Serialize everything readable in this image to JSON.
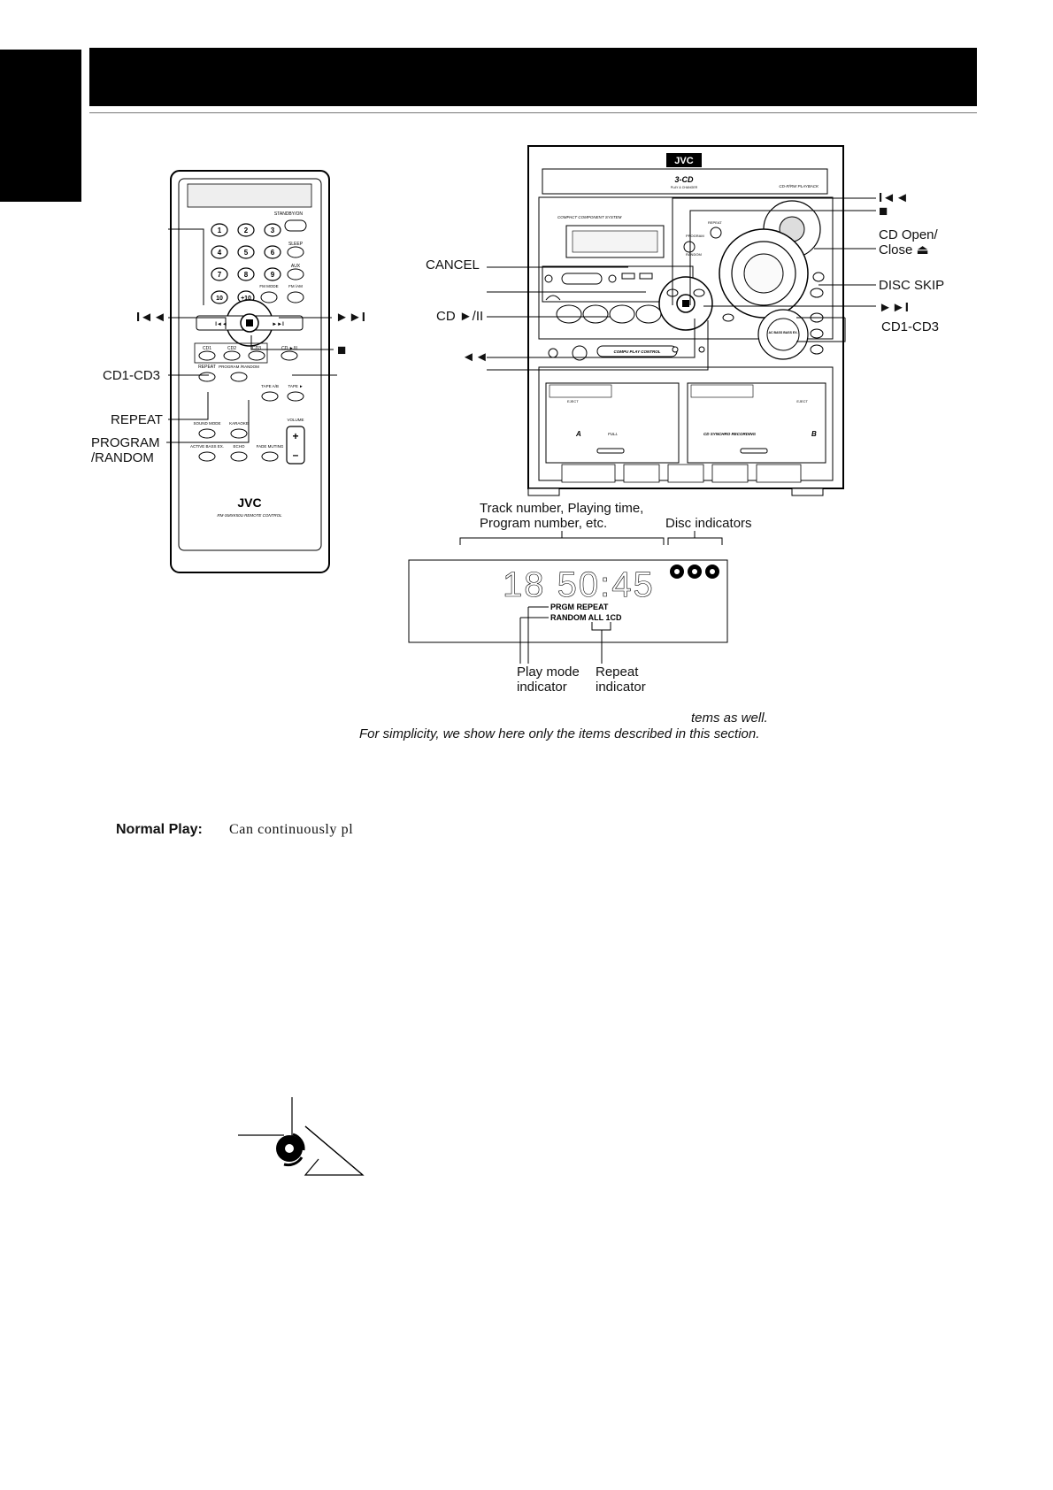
{
  "remote": {
    "buttons_numeric": [
      "1",
      "2",
      "3",
      "4",
      "5",
      "6",
      "7",
      "8",
      "9",
      "10",
      "+10"
    ],
    "standby_label": "STANDBY/ON",
    "sleep_label": "SLEEP",
    "aux_label": "AUX",
    "fmmode_label": "FM MODE",
    "fmam_label": "FM /AM",
    "row_labels": [
      "CD1",
      "CD2",
      "CD3",
      "CD ►/II"
    ],
    "repeat_label": "REPEAT",
    "program_label": "PROGRAM /RANDOM",
    "tape_ab_label": "TAPE A/B",
    "tape_label": "TAPE ►",
    "sound_mode_label": "SOUND MODE",
    "karaoke_label": "KARAOKE",
    "active_bass_label": "ACTIVE BASS EX.",
    "echo_label": "ECHO",
    "fade_label": "FADE MUTING",
    "volume_label": "VOLUME",
    "brand": "JVC",
    "model": "RM-SMXK50U REMOTE CONTROL"
  },
  "remote_callouts": {
    "prev": "I◄◄",
    "next": "►►I",
    "stop": "■",
    "cd_select": "CD1-CD3",
    "repeat": "REPEAT",
    "program_line1": "PROGRAM",
    "program_line2": "/RANDOM"
  },
  "unit": {
    "brand": "JVC",
    "badge": "3-CD",
    "badge_sub": "PLAY & CHANGER",
    "cdrw": "CD-R/RW PLAYBACK",
    "system": "COMPACT   COMPONENT   SYSTEM",
    "compu": "COMPU PLAY CONTROL",
    "repeat": "REPEAT",
    "program": "PROGRAM",
    "random": "RANDOM",
    "eject": "EJECT",
    "deck_a": "A",
    "deck_b": "B",
    "cd_sync": "CD SYNCHRO RECORDING",
    "full": "FULL",
    "bass": "AC BASS BASS EX."
  },
  "unit_callouts": {
    "prev": "I◄◄",
    "stop": "■",
    "cd_open_line1": "CD Open/",
    "cd_open_line2": "Close ⏏",
    "disc_skip": "DISC SKIP",
    "next": "►►I",
    "cd_select": "CD1-CD3",
    "cancel": "CANCEL",
    "cd_play": "CD ►/II",
    "rewind": "◄◄"
  },
  "display": {
    "track_caption_line1": "Track number, Playing time,",
    "track_caption_line2": "Program number, etc.",
    "disc_caption": "Disc indicators",
    "digits": "18  50:45",
    "indicator_row1": "PRGM REPEAT",
    "indicator_row2": "RANDOM ALL 1CD",
    "play_mode_line1": "Play mode",
    "play_mode_line2": "indicator",
    "repeat_line1": "Repeat",
    "repeat_line2": "indicator"
  },
  "notes": {
    "line1": "tems as well.",
    "line2": "For simplicity, we show here only the items described in this section."
  },
  "normal_play": {
    "label": "Normal Play:",
    "text": "Can continuously pl"
  }
}
